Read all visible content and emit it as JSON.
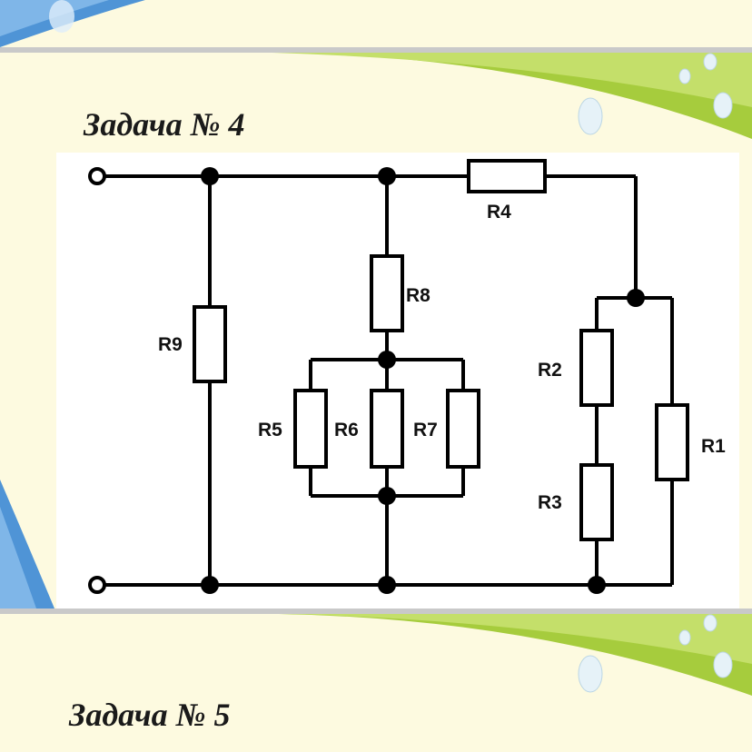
{
  "slides": {
    "current_title": "Задача № 4",
    "next_title": "Задача № 5"
  },
  "circuit": {
    "labels": {
      "r1": "R1",
      "r2": "R2",
      "r3": "R3",
      "r4": "R4",
      "r5": "R5",
      "r6": "R6",
      "r7": "R7",
      "r8": "R8",
      "r9": "R9"
    }
  },
  "colors": {
    "slide_background": "#fdfae0",
    "green_swoosh": "#a6cc3d",
    "blue_corner": "#4f94d6",
    "wire": "#000000"
  },
  "icons": [
    "water-drop-icon"
  ]
}
